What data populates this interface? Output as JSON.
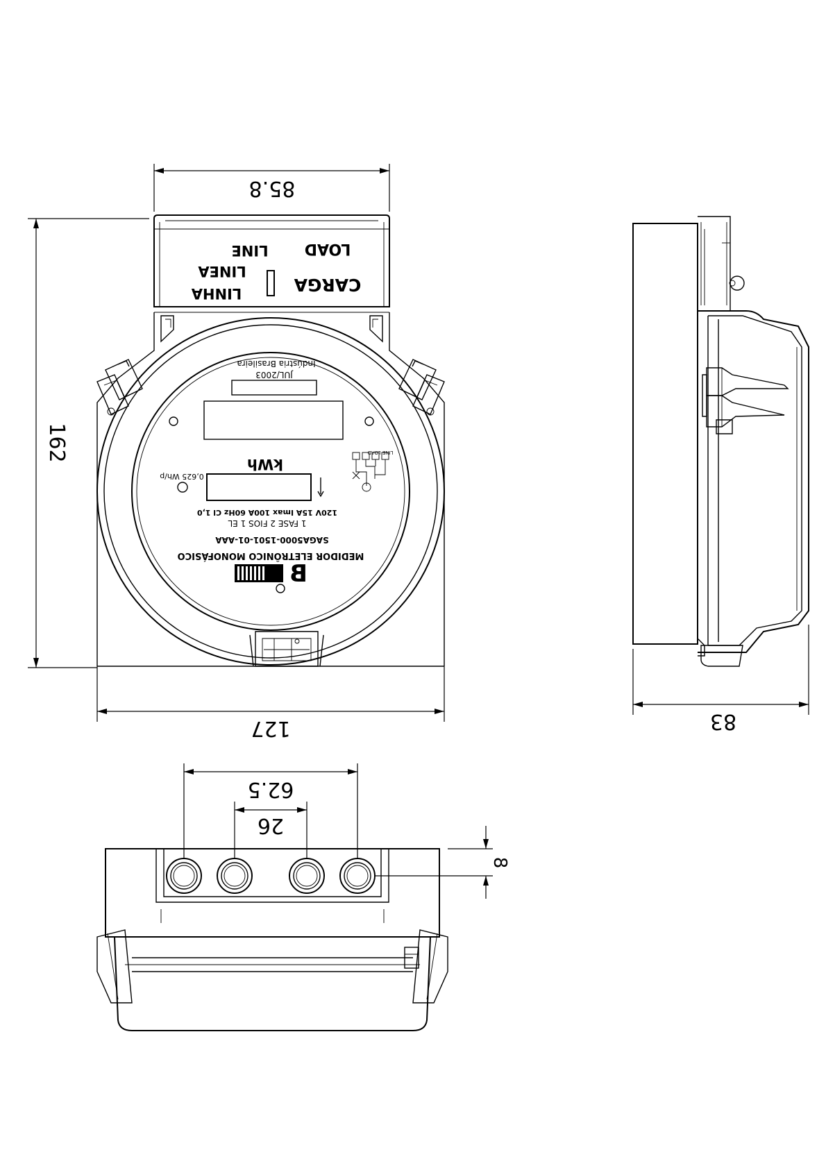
{
  "dimensions": {
    "top_width": "85.8",
    "height": "162",
    "total_width": "127",
    "depth": "83",
    "terminal_span": "62.5",
    "terminal_inner": "26",
    "terminal_offset": "8"
  },
  "plate_labels": {
    "line": "LINE",
    "linea": "LINEA",
    "linha": "LINHA",
    "load": "LOAD",
    "carga": "CARGA"
  },
  "face": {
    "maker_line": "Indústria Brasileira",
    "date": "JUL/2003",
    "pulse_constant": "0,625 Wh/p",
    "unit": "kWh",
    "wiring": "LINE LOAD",
    "rating": "120V 15A Imax 100A 60Hz Cl 1,0",
    "phase": "1 FASE 2 FIOS 1 EL",
    "model": "SAGA5000-1501-01-AAA",
    "title": "MEDIDOR ELETRÔNICO MONOFÁSICO",
    "logo": "B"
  }
}
